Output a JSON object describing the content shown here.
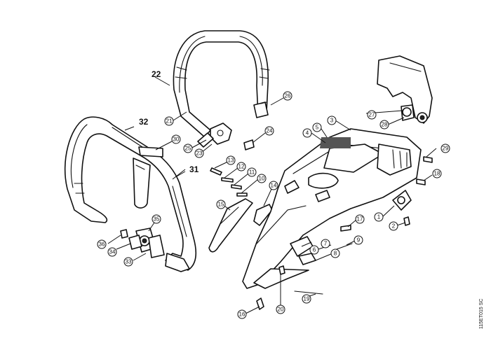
{
  "diagram": {
    "drawing_code": "115ET015 SC",
    "assembly_labels": [
      "22",
      "32",
      "31"
    ],
    "callouts": [
      "1",
      "2",
      "3",
      "4",
      "5",
      "6",
      "7",
      "8",
      "9",
      "10",
      "11",
      "12",
      "13",
      "14",
      "15",
      "16",
      "17",
      "18",
      "19",
      "20",
      "21",
      "23",
      "24",
      "25",
      "26",
      "27",
      "28",
      "29",
      "30",
      "33",
      "34",
      "35",
      "36"
    ]
  }
}
